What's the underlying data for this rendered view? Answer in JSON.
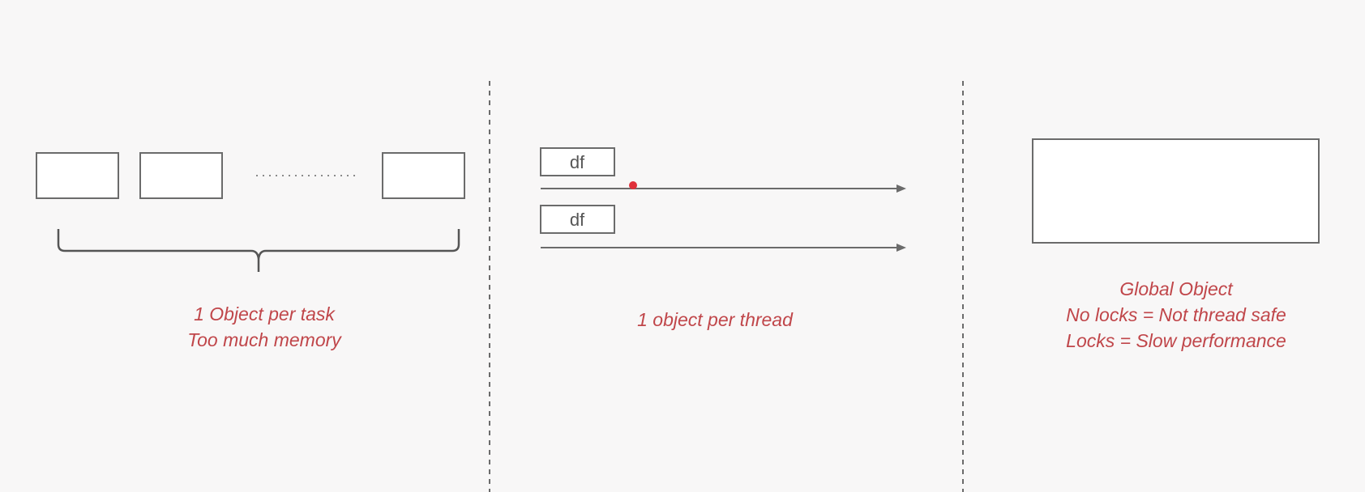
{
  "colors": {
    "background": "#f8f7f7",
    "stroke": "#6b6b6b",
    "caption": "#c0464a",
    "pointer": "#e0303a"
  },
  "sections": {
    "per_task": {
      "caption_lines": [
        "1 Object per task",
        "Too much memory"
      ]
    },
    "per_thread": {
      "thread_label": "df",
      "caption_lines": [
        "1 object  per thread"
      ]
    },
    "global": {
      "caption_lines": [
        "Global Object",
        "No locks = Not thread safe",
        "Locks = Slow performance"
      ]
    }
  }
}
